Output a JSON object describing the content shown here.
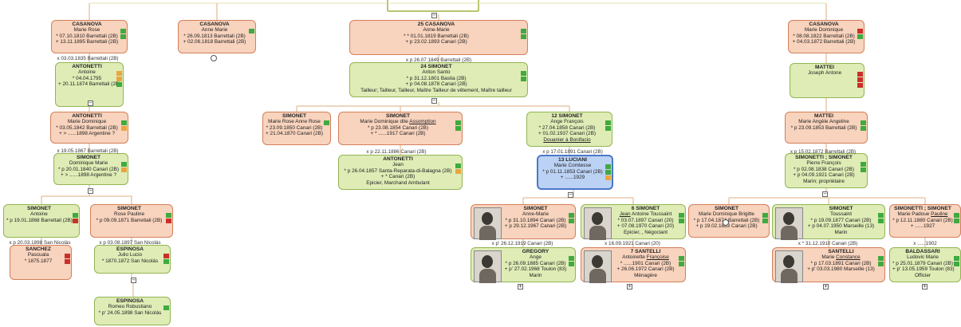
{
  "colors": {
    "female_bg": "#f8d3bd",
    "female_border": "#d4805a",
    "male_bg": "#dfecb6",
    "male_border": "#93b454",
    "selected_bg": "#bcd2f4",
    "selected_border": "#4a78c8",
    "line": "#e8c8a8",
    "flag_green": "#3faa3f",
    "flag_red": "#c8302a",
    "flag_orange": "#e8a640"
  },
  "toggle_symbols": {
    "collapse": "−",
    "expand": "+"
  },
  "persons": [
    {
      "id": "p1",
      "sex": "f",
      "lines": [
        "CASANOVA",
        "Marie Rose",
        "* 07.10.1810 Barrettali (2B)",
        "+ 13.11.1895 Barrettali (2B)"
      ],
      "flags": [
        "g",
        "g"
      ]
    },
    {
      "id": "p2",
      "sex": "f",
      "lines": [
        "CASANOVA",
        "Anne Marie",
        "* 26.09.1813 Barrettali (2B)",
        "+ 02.06.1818 Barrettali (2B)"
      ],
      "flags": [
        "g"
      ]
    },
    {
      "id": "p3",
      "sex": "f",
      "lines": [
        "25 CASANOVA",
        "Anne-Marie",
        "* * 01.01.1819 Barrettali (2B)",
        "+ p 23.02.1893 Canari (2B)"
      ],
      "flags": [
        "g",
        "g"
      ]
    },
    {
      "id": "p4",
      "sex": "f",
      "lines": [
        "CASANOVA",
        "Marie Dominique",
        "* 08.08.1822 Barrettali (2B)",
        "+ 04.03.1872 Barrettali (2B)"
      ],
      "flags": [
        "r",
        "g"
      ]
    },
    {
      "id": "p5",
      "sex": "m",
      "lines": [
        "ANTONETTI",
        "Antoine",
        "* 04.04.1795",
        "+ 20.11.1874 Barrettali (2B)"
      ],
      "flags": [
        "o",
        "o",
        "g"
      ]
    },
    {
      "id": "p6",
      "sex": "m",
      "lines": [
        "24 SIMONET",
        "Anton Santo",
        "* p 31.12.1801 Bastia (2B)",
        "+ p 04.08.1878 Canari (2B)",
        "Tailleur; Tailleur, Tailleur, Maître Tailleur de vêtement, Maître tailleur"
      ],
      "flags": [
        "g",
        "g"
      ]
    },
    {
      "id": "p7",
      "sex": "m",
      "lines": [
        "MATTEI",
        "Joseph Antone"
      ],
      "flags": [
        "r",
        "r",
        "r"
      ]
    },
    {
      "id": "p8",
      "sex": "f",
      "lines": [
        "ANTONETTI",
        "Marie Dominique",
        "* 03.05.1842 Barrettali (2B)",
        "+ > ......1898 Argentine ?"
      ],
      "flags": [
        "g",
        "o"
      ]
    },
    {
      "id": "p9",
      "sex": "f",
      "lines": [
        "SIMONET",
        "Marie Rose Anne Rose",
        "* 23.09.1850 Canari (2B)",
        "+ 21.04.1870 Canari (2B)"
      ],
      "flags": [
        "g"
      ]
    },
    {
      "id": "p10",
      "sex": "f",
      "lines": [
        "SIMONET",
        "Marie Dominique dite <u>Assomption</u>",
        "* p 23.08.1854 Canari (2B)",
        "+ * ......1917 Canari (2B)"
      ],
      "flags": [
        "g",
        "g"
      ]
    },
    {
      "id": "p11",
      "sex": "m",
      "lines": [
        "12 SIMONET",
        "Ange François",
        "* 27.04.1858 Canari (2B)",
        "+ 01.02.1937 Canari (2B)",
        "<u>Douanier à Bonifacio</u>"
      ],
      "flags": [
        "g",
        "g"
      ]
    },
    {
      "id": "p12",
      "sex": "f",
      "lines": [
        "MATTEI",
        "Marie Angèle Angeline",
        "* p 23.09.1853 Barrettali (2B)"
      ],
      "flags": [
        "g",
        "g"
      ]
    },
    {
      "id": "p13",
      "sex": "m",
      "lines": [
        "SIMONET",
        "Dominique Marie",
        "* p 20.01.1840 Canari (2B)",
        "+ > ......1898 Argentine ?"
      ],
      "flags": [
        "g",
        "o"
      ]
    },
    {
      "id": "p14",
      "sex": "m",
      "lines": [
        "ANTONETTI",
        "Jean",
        "* p 26.04.1857 Santa-Reparata-di-Balagna (2B)",
        "+ * Canari (2B)",
        "Epicier, Marchand Ambulant"
      ],
      "flags": [
        "g",
        "o"
      ]
    },
    {
      "id": "p15",
      "sex": "s",
      "lines": [
        "13 LUCIANI",
        "Marie Comtesse",
        "* p 01.11.1853 Canari (2B)",
        "+ ......1929"
      ],
      "flags": [
        "g",
        "g",
        "o"
      ]
    },
    {
      "id": "p16",
      "sex": "m",
      "lines": [
        "SIMONETTI ; SIMONET",
        "Pierre François",
        "* p 02.08.1838 Canari (2B)",
        "+ p 04.09.1921 Canari (2B)",
        "Marin; propriétaire"
      ],
      "flags": [
        "g",
        "g"
      ]
    },
    {
      "id": "p17",
      "sex": "m",
      "lines": [
        "SIMONET",
        "Antoine",
        "* p 19.01.1868 Barrettali (2B)"
      ],
      "flags": [
        "g",
        "r"
      ]
    },
    {
      "id": "p18",
      "sex": "f",
      "lines": [
        "SIMONET",
        "Rose Pauline",
        "* p 09.09.1871 Barrettali (2B)"
      ],
      "flags": [
        "g",
        "r"
      ]
    },
    {
      "id": "p19",
      "sex": "f",
      "lines": [
        "SIMONET",
        "Anne-Marie",
        "* p 31.10.1894 Canari (2B)",
        "+ p 29.12.1967 Canari (2B)"
      ],
      "flags": [
        "g",
        "g"
      ],
      "photo": true
    },
    {
      "id": "p20",
      "sex": "m",
      "lines": [
        "6 SIMONET",
        "<u>Jean</u> Antoine Toussaint",
        "* 03.07.1897 Canari (20)",
        "+ 07.08.1970 Canari (20)",
        "Epicier, , Négociant"
      ],
      "flags": [
        "g",
        "g"
      ],
      "photo": true
    },
    {
      "id": "p21",
      "sex": "f",
      "lines": [
        "SIMONET",
        "Marie Dominique Brigitte",
        "* p 17.04.1874 Barrettali (2B)",
        "+ p 19.02.1883 Canari (2B)"
      ],
      "flags": [
        "g",
        "g"
      ]
    },
    {
      "id": "p22",
      "sex": "m",
      "lines": [
        "SIMONET",
        "Toussaint",
        "* p 19.09.1877 Canari (2B)",
        "+ p 04.07.1950 Marseille (13)",
        "Marin"
      ],
      "flags": [
        "g",
        "g"
      ],
      "photo": true
    },
    {
      "id": "p23",
      "sex": "f",
      "lines": [
        "SIMONETTI ; SIMONET",
        "Marie Padoue <u>Pauline</u>",
        "* p 12.11.1880 Canari (2B)",
        "+ ......1927"
      ],
      "flags": [
        "g",
        "g"
      ]
    },
    {
      "id": "p24",
      "sex": "f",
      "lines": [
        "SANCHEZ",
        "Pascuala",
        "* 1875.1877"
      ],
      "flags": [
        "r",
        "r"
      ]
    },
    {
      "id": "p25",
      "sex": "m",
      "lines": [
        "ESPINOSA",
        "Julio Lucio",
        "* 1870.1872 San Nicolás"
      ],
      "flags": [
        "r",
        "g"
      ]
    },
    {
      "id": "p26",
      "sex": "m",
      "lines": [
        "GREGORY",
        "Ange",
        "* p 26.09.1885 Canari (2B)",
        "+ p' 27.02.1968 Toulon (83)",
        "Marin"
      ],
      "flags": [
        "g",
        "g"
      ],
      "photo": true
    },
    {
      "id": "p27",
      "sex": "f",
      "lines": [
        "7 SANTELLI",
        "Antoinette <u>Françoise</u>",
        "* ......1901 Canari (2B)",
        "+ 26.06.1972 Canari (2B)",
        "Ménagère"
      ],
      "flags": [
        "g",
        "g"
      ],
      "photo": true
    },
    {
      "id": "p28",
      "sex": "f",
      "lines": [
        "SANTELLI",
        "Marie <u>Constance</u>",
        "* p 17.03.1891 Canari (2B)",
        "+ p' 03.03.1980 Marseille (13)"
      ],
      "flags": [
        "g",
        "g"
      ],
      "photo": true
    },
    {
      "id": "p29",
      "sex": "m",
      "lines": [
        "BALDASSARI",
        "Ludovic Marie",
        "* p 25.01.1879 Canari (2B)",
        "+ p' 13.05.1959 Toulon (83)",
        "Officier"
      ],
      "flags": [
        "g",
        "g"
      ]
    },
    {
      "id": "p30",
      "sex": "m",
      "lines": [
        "ESPINOSA",
        "Romeo Robustiano",
        "* p' 24.05.1898 San Nicolás"
      ],
      "flags": [
        "g"
      ]
    }
  ],
  "marriages": [
    {
      "id": "m1",
      "text": "x 03.03.1835 Barrettali (2B)"
    },
    {
      "id": "m2",
      "text": "x p 26.07.1849 Barrettali (2B)"
    },
    {
      "id": "m3",
      "text": "x 19.05.1867 Barrettali (2B)"
    },
    {
      "id": "m4",
      "text": "x p 22.11.1886 Canari (2B)"
    },
    {
      "id": "m5",
      "text": "x p 17.01.1891 Canari (2B)"
    },
    {
      "id": "m6",
      "text": "x p 15.02.1872 Barrettali (2B)"
    },
    {
      "id": "m7",
      "text": "x p 20.03.1898 San Nicolás"
    },
    {
      "id": "m8",
      "text": "x p 03.08.1897 San Nicolás"
    },
    {
      "id": "m9",
      "text": "x p' 26.12.1919 Canari (2B)"
    },
    {
      "id": "m10",
      "text": "x 16.09.1921 Canari (20)"
    },
    {
      "id": "m11",
      "text": "x * 31.12.1910 Canari (2B)"
    },
    {
      "id": "m12",
      "text": "x ......1902"
    }
  ]
}
